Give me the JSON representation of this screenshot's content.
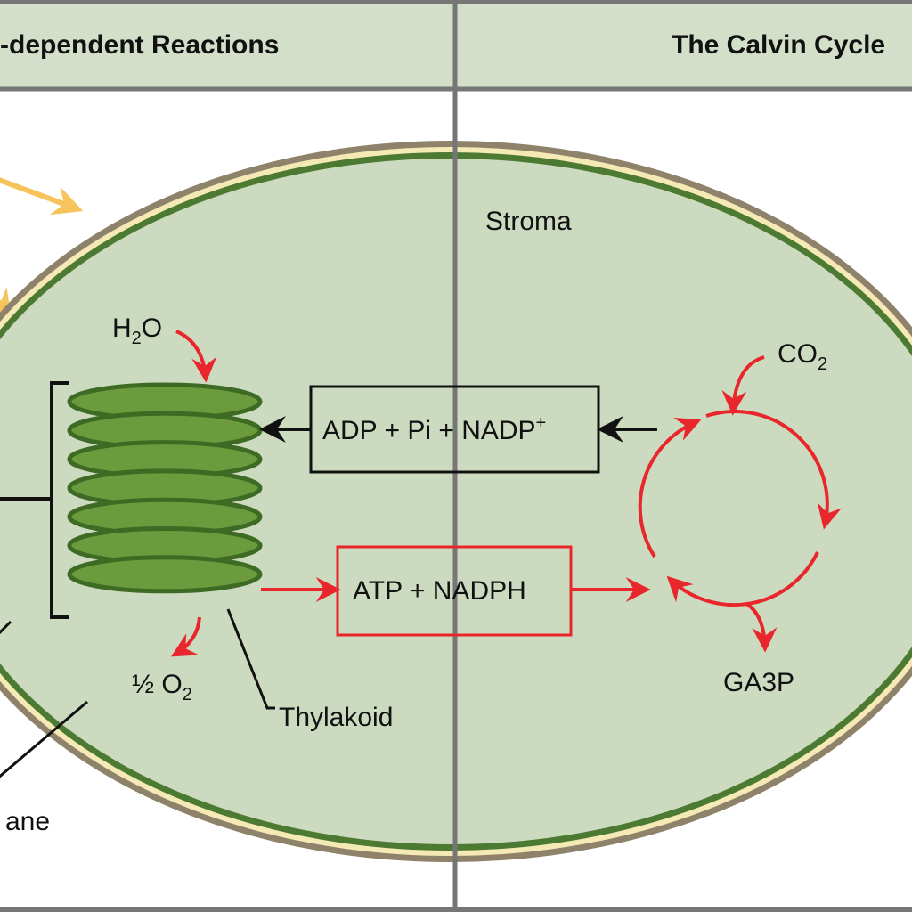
{
  "headers": {
    "left": "-dependent Reactions",
    "right": "The Calvin Cycle"
  },
  "labels": {
    "stroma": "Stroma",
    "water": {
      "base": "H",
      "subscript": "2",
      "suffix": "O"
    },
    "co2": {
      "base": "CO",
      "subscript": "2"
    },
    "oxygen": {
      "prefix": "½ O",
      "subscript": "2"
    },
    "thylakoid": "Thylakoid",
    "membrane_partial": "ane",
    "ga3p": "GA3P"
  },
  "boxes": {
    "recycled": {
      "text": "ADP + Pi + NADP",
      "superscript": "+"
    },
    "products": {
      "text": "ATP + NADPH"
    }
  },
  "colors": {
    "header_bg": "#d3dfc8",
    "panel_border": "#767676",
    "stroma": "#ccdabf",
    "outer_membrane": "#8f826a",
    "intermembrane": "#f5e9b6",
    "inner_membrane": "#4d7a33",
    "thylakoid_fill": "#6c9b3e",
    "thylakoid_stroke": "#3e6b24",
    "red": "#e8262b",
    "black": "#111111",
    "light_arrow": "#f7c45b"
  },
  "icons": {
    "light_rays": "sunlight-arrow-icon",
    "cycle": "circular-arrow-icon"
  }
}
